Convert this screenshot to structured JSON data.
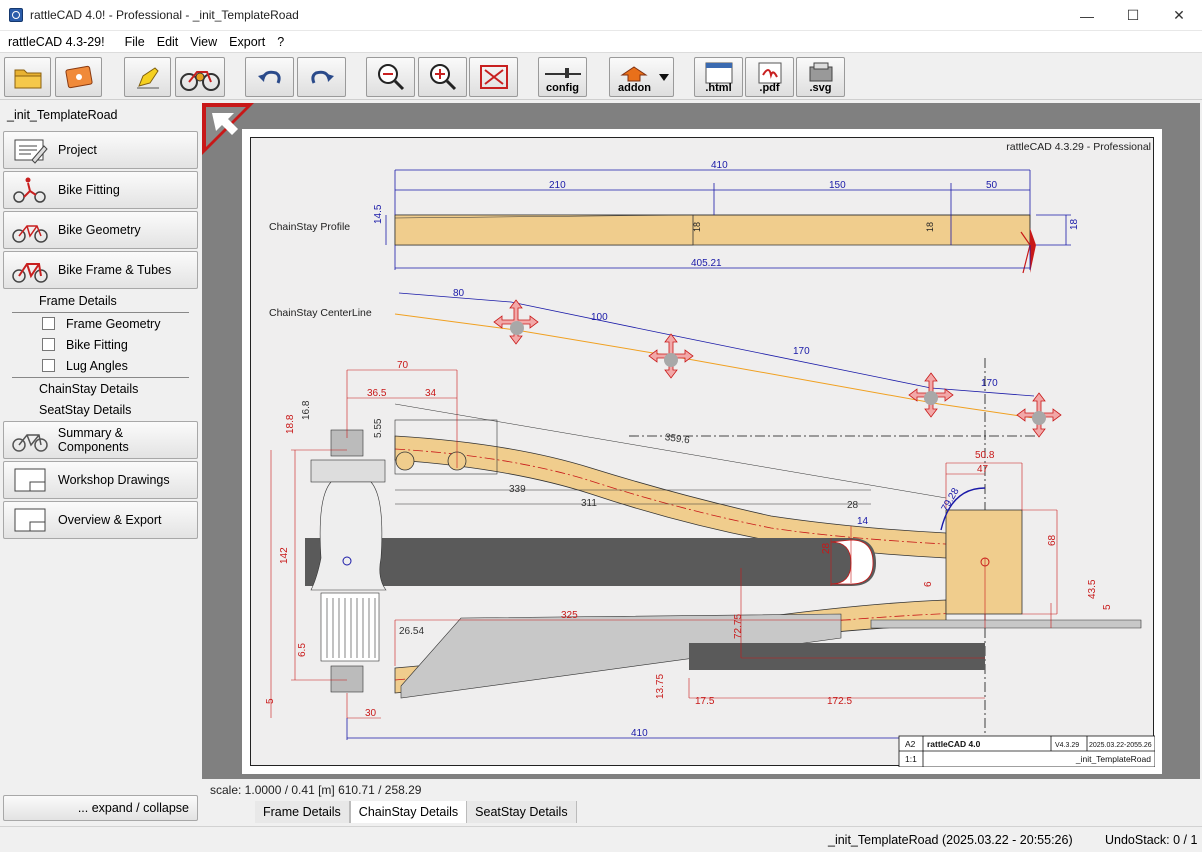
{
  "window": {
    "title": "rattleCAD 4.0! - Professional  - _init_TemplateRoad",
    "minimize": "—",
    "maximize": "☐",
    "close": "✕"
  },
  "menu": {
    "version": "rattleCAD 4.3-29!",
    "items": [
      "File",
      "Edit",
      "View",
      "Export",
      "?"
    ]
  },
  "toolbar": {
    "config_label": "config",
    "addon_label": "addon",
    "html_label": ".html",
    "pdf_label": ".pdf",
    "svg_label": ".svg"
  },
  "sidebar": {
    "project_name": "_init_TemplateRoad",
    "nav": [
      {
        "label": "Project"
      },
      {
        "label": "Bike Fitting"
      },
      {
        "label": "Bike Geometry"
      },
      {
        "label": "Bike Frame & Tubes"
      },
      {
        "label": "Summary & Components"
      },
      {
        "label": "Workshop Drawings"
      },
      {
        "label": "Overview & Export"
      }
    ],
    "frame_details": "Frame Details",
    "checks": [
      "Frame Geometry",
      "Bike Fitting",
      "Lug Angles"
    ],
    "chainstay_details": "ChainStay Details",
    "seatstay_details": "SeatStay Details",
    "expand_collapse": "... expand / collapse"
  },
  "drawing": {
    "header": "rattleCAD 4.3.29 - Professional",
    "profile_label": "ChainStay Profile",
    "centerline_label": "ChainStay CenterLine",
    "dims": {
      "d410": "410",
      "d210": "210",
      "d150": "150",
      "d50": "50",
      "d14_5": "14.5",
      "d18": "18",
      "d405": "405.21",
      "d80": "80",
      "d100": "100",
      "d170a": "170",
      "d170b": "170",
      "d70": "70",
      "d36_5": "36.5",
      "d34": "34",
      "d16_8": "16.8",
      "d18_8": "18.8",
      "d5_55": "5.55",
      "d359": "359.6",
      "d339": "339",
      "d311": "311",
      "d28a": "28",
      "d14": "14",
      "d28b": "28",
      "d50_8": "50.8",
      "d47": "47",
      "d68": "68",
      "d43_5": "43.5",
      "d5a": "5",
      "d142": "142",
      "d325": "325",
      "d26_54": "26.54",
      "d6_5": "6.5",
      "d5b": "5",
      "d30": "30",
      "d410b": "410",
      "d72": "72.75",
      "d13_75": "13.75",
      "d17_5": "17.5",
      "d172_5": "172.5",
      "d79": "79.28",
      "d18b": "18",
      "d6": "6"
    },
    "titleblock": {
      "size": "A2",
      "logo": "rattleCAD 4.0",
      "version": "V4.3.29",
      "date": "2025.03.22-2055.26",
      "scale": "1:1",
      "name": "_init_TemplateRoad"
    }
  },
  "scale_readout": "scale: 1.0000 / 0.41  [m]  610.71 / 258.29",
  "tabs": [
    "Frame Details",
    "ChainStay Details",
    "SeatStay Details"
  ],
  "status": {
    "file": "_init_TemplateRoad (2025.03.22 - 20:55:26)",
    "undo": "UndoStack:  0 /  1"
  },
  "colors": {
    "tube_fill": "#f0cd8d",
    "dim_blue": "#1a1aa8",
    "dim_red": "#c81818",
    "centerline_orange": "#f0a020",
    "dark_grey": "#5a5a5a"
  }
}
